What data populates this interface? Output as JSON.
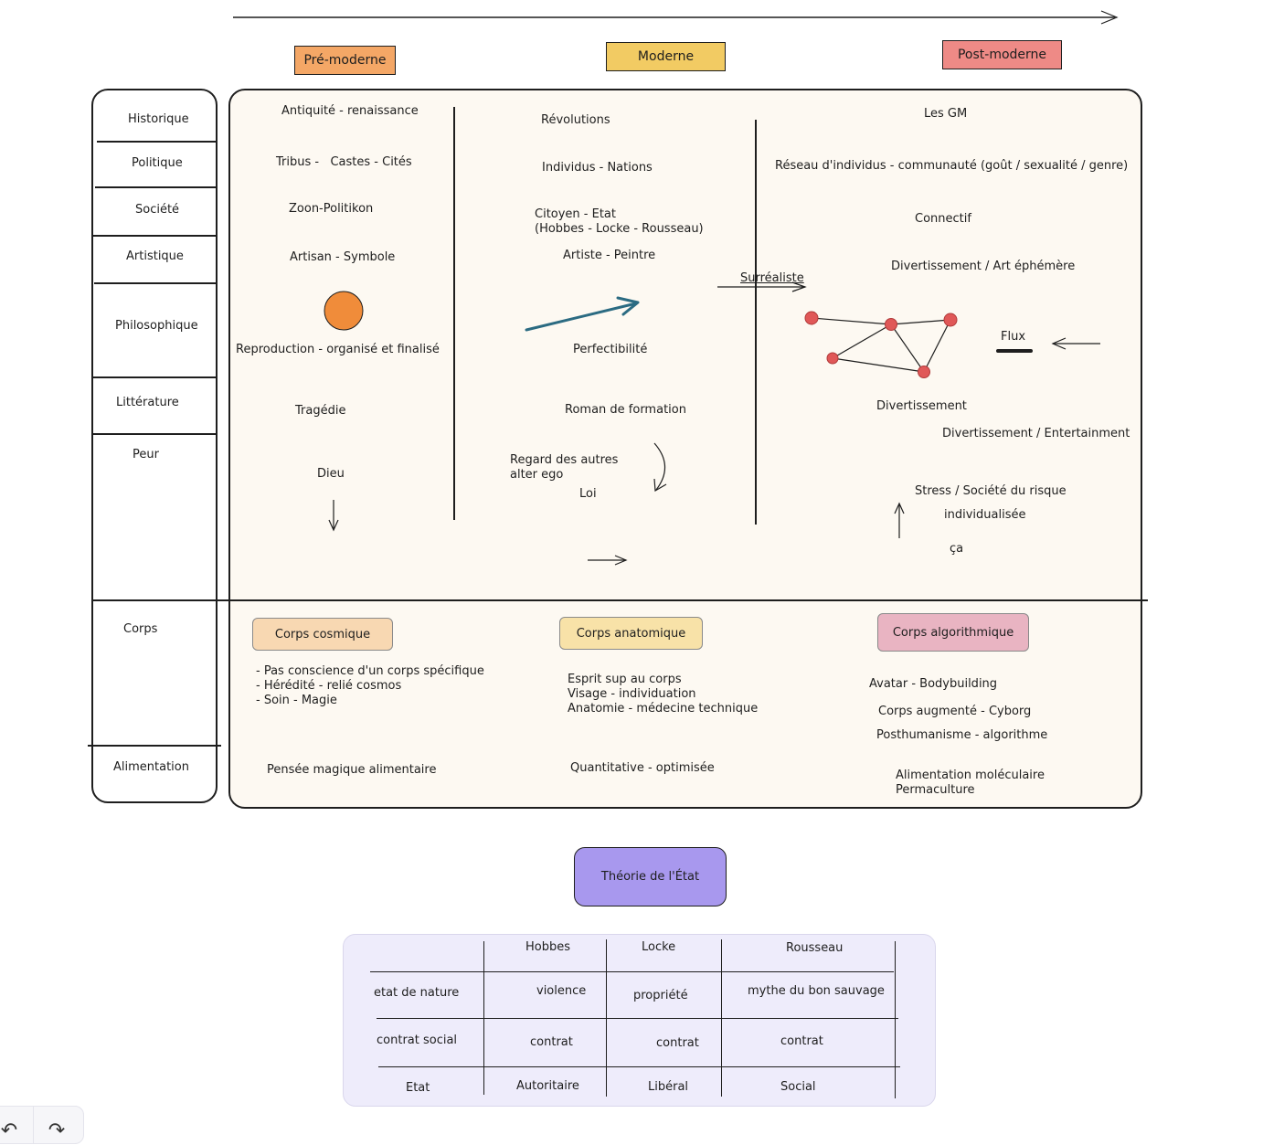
{
  "timeline": {
    "phases": [
      {
        "label": "Pré-moderne",
        "color": "#f4a766"
      },
      {
        "label": "Moderne",
        "color": "#f2cb63"
      },
      {
        "label": "Post-moderne",
        "color": "#ee8a86"
      }
    ]
  },
  "row_labels": [
    "Historique",
    "Politique",
    "Société",
    "Artistique",
    "Philosophique",
    "Littérature",
    "Peur",
    "Corps",
    "Alimentation"
  ],
  "pre_moderne": {
    "historique": "Antiquité - renaissance",
    "politique": "Tribus -   Castes - Cités",
    "societe": "Zoon-Politikon",
    "artistique": "Artisan - Symbole",
    "philosophique": "Reproduction - organisé et finalisé",
    "litterature": "Tragédie",
    "peur": "Dieu",
    "corps_title": "Corps cosmique",
    "corps_lines": "- Pas conscience d'un corps spécifique\n- Hérédité - relié cosmos\n- Soin - Magie",
    "alimentation": "Pensée magique alimentaire",
    "circle_color": "#f08c3a",
    "corps_color": "#f8d8b2"
  },
  "moderne": {
    "historique": "Révolutions",
    "politique": "Individus - Nations",
    "societe": "Citoyen - Etat\n(Hobbes - Locke - Rousseau)",
    "artistique": "Artiste - Peintre",
    "surrealiste": "Surréaliste",
    "philosophique": "Perfectibilité",
    "litterature": "Roman de formation",
    "peur": "Regard des autres\nalter ego",
    "peur_loi": "Loi",
    "corps_title": "Corps anatomique",
    "corps_lines": "Esprit sup au corps\nVisage - individuation\nAnatomie - médecine technique",
    "alimentation": "Quantitative - optimisée",
    "arrow_color": "#2b6b82",
    "corps_color": "#f8e2a8"
  },
  "post_moderne": {
    "historique": "Les GM",
    "politique": "Réseau d'individus - communauté (goût / sexualité / genre)",
    "societe": "Connectif",
    "artistique": "Divertissement / Art éphémère",
    "flux": "Flux",
    "litterature_1": "Divertissement",
    "litterature_2": "Divertissement / Entertainment",
    "peur_1": "Stress / Société du risque",
    "peur_2": "individualisée",
    "peur_3": "ça",
    "corps_title": "Corps algorithmique",
    "corps_lines": [
      "Avatar - Bodybuilding",
      "Corps augmenté - Cyborg",
      "Posthumanisme - algorithme"
    ],
    "alimentation": "Alimentation moléculaire\nPermaculture",
    "node_color": "#e05858",
    "corps_color": "#e9b4c2"
  },
  "theory": {
    "title": "Théorie de l'État",
    "color": "#a898ee",
    "columns": [
      "",
      "Hobbes",
      "Locke",
      "Rousseau"
    ],
    "rows": [
      [
        "etat de nature",
        "violence",
        "propriété",
        "mythe du bon sauvage"
      ],
      [
        "contrat social",
        "contrat",
        "contrat",
        "contrat"
      ],
      [
        "Etat",
        "Autoritaire",
        "Libéral",
        "Social"
      ]
    ]
  },
  "toolbar": {
    "undo_icon": "↶",
    "redo_icon": "↷"
  }
}
